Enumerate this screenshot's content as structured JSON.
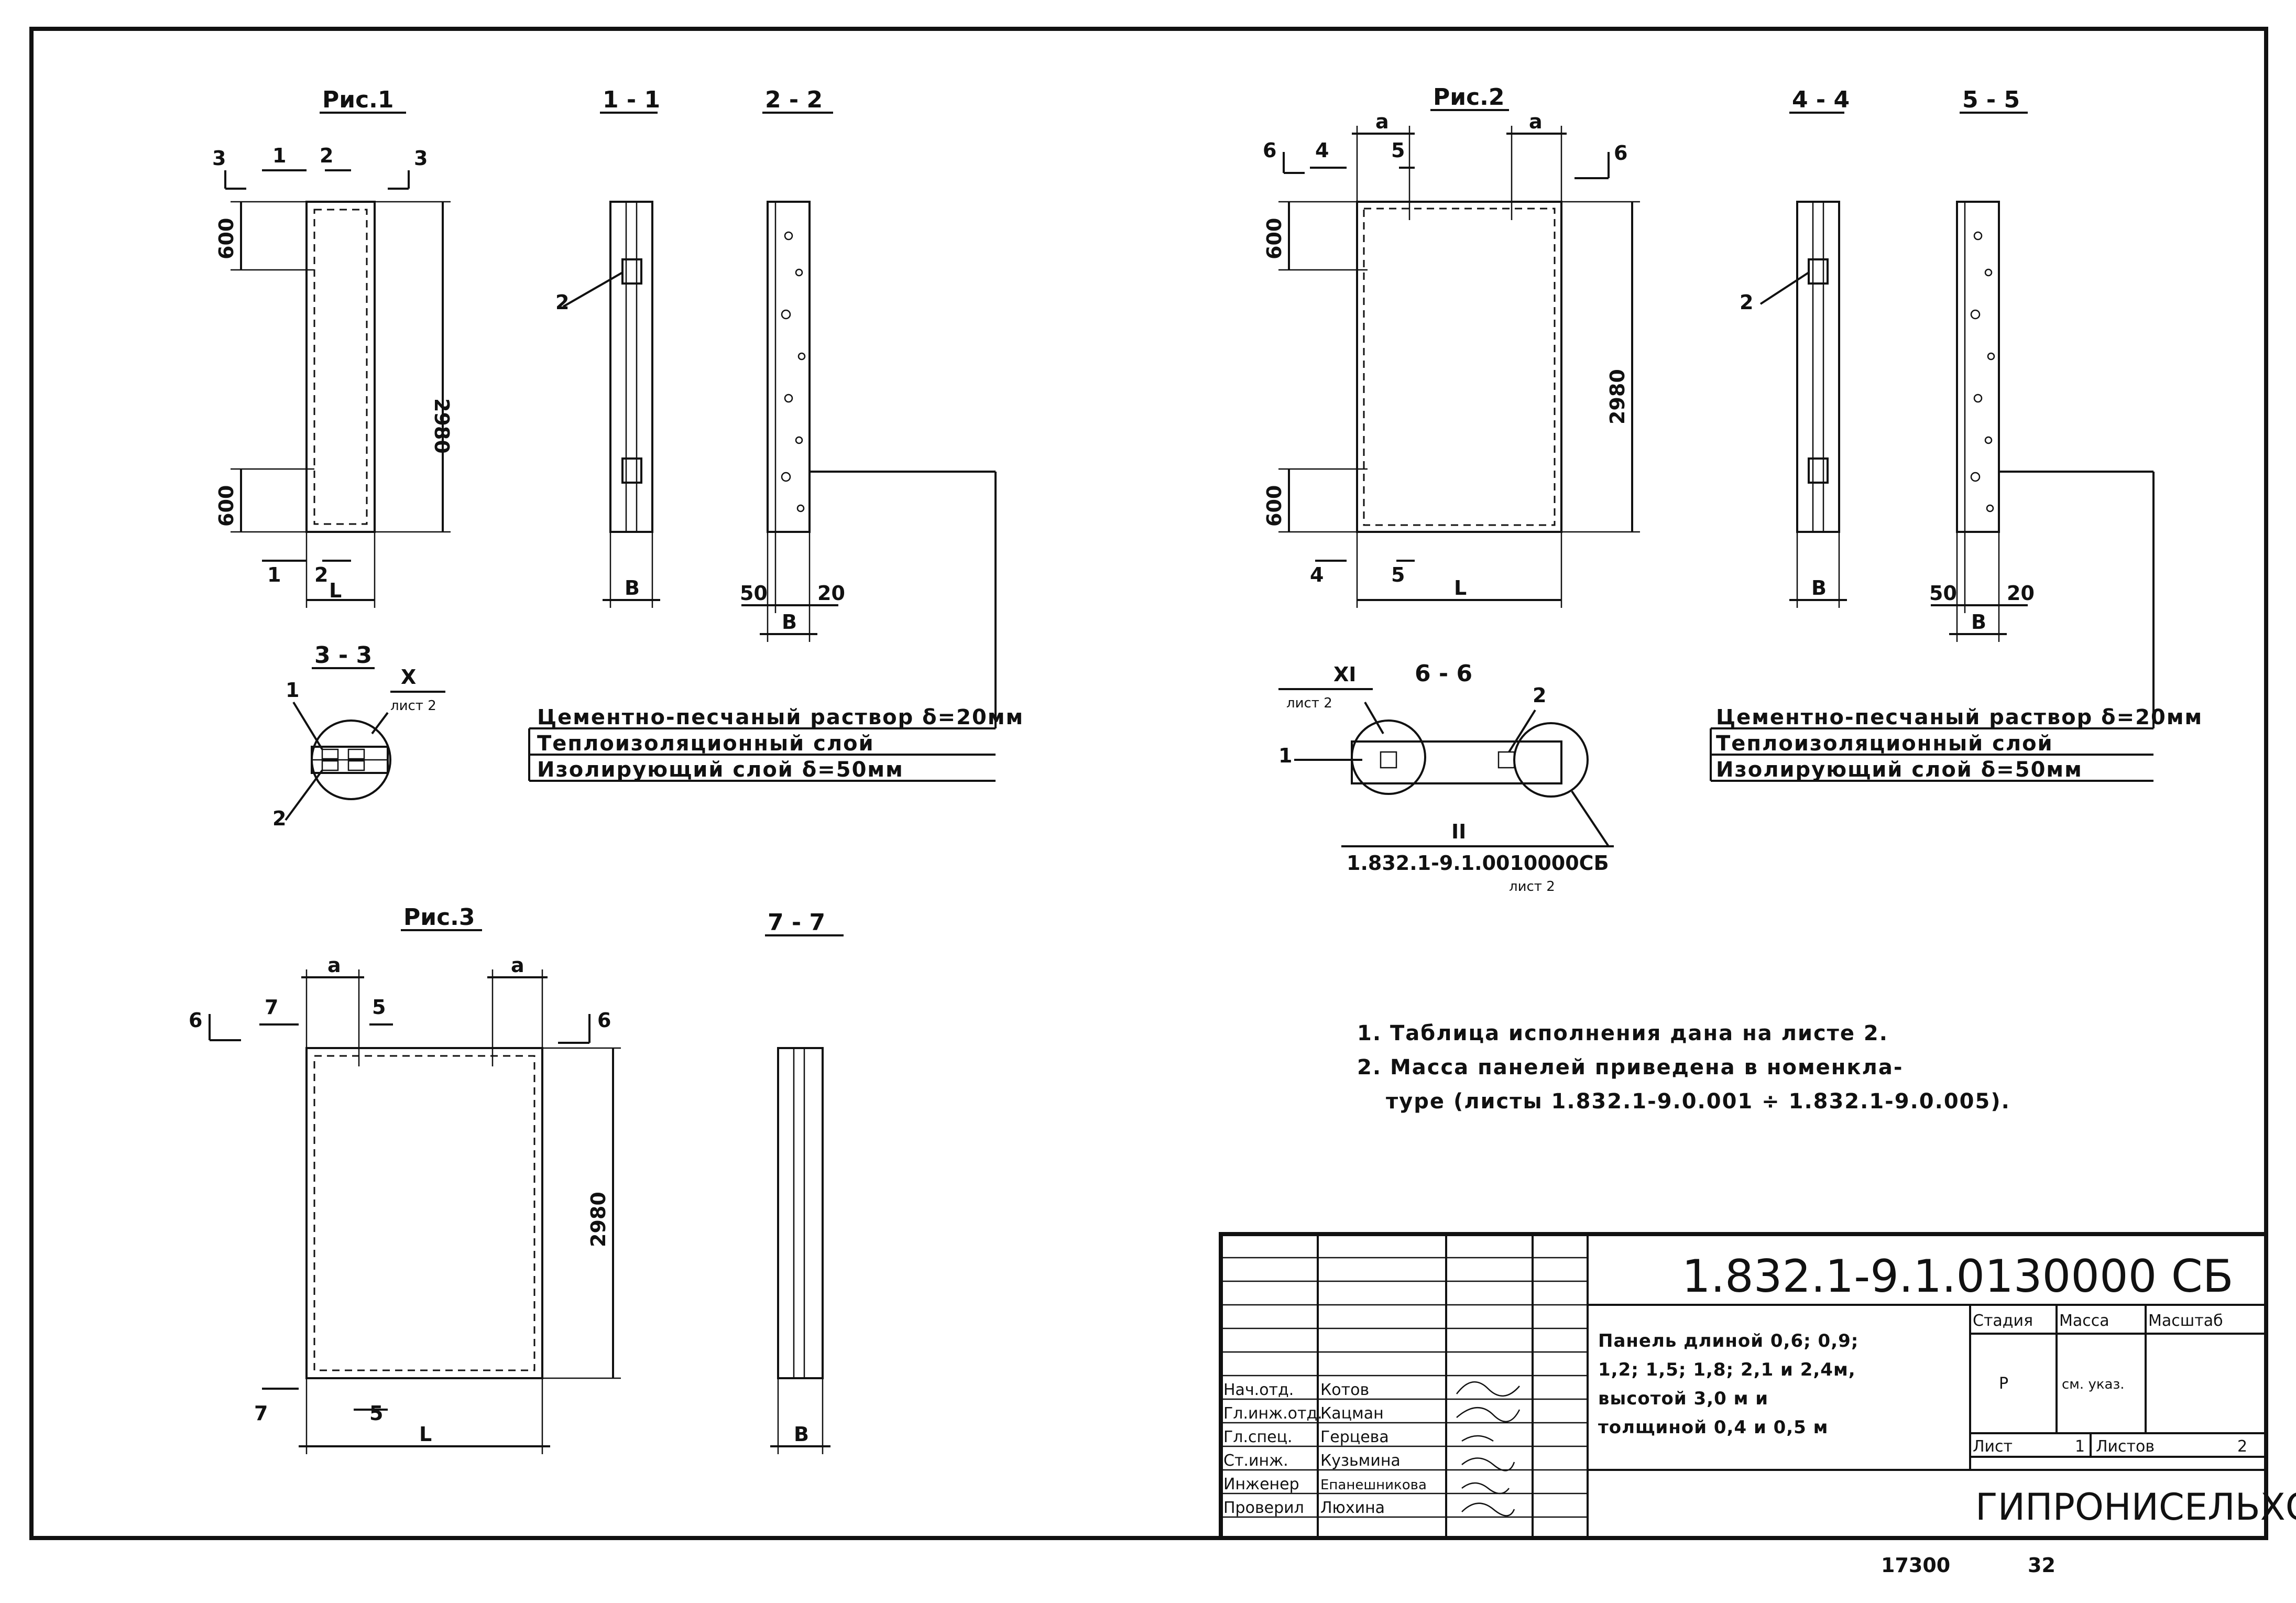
{
  "figures": {
    "fig1": {
      "title": "Рис.1",
      "height": "2980",
      "top_dim": "600",
      "bottom_dim": "600",
      "width_label": "L",
      "marks": {
        "s1": "1",
        "s2": "2",
        "s3": "3"
      }
    },
    "fig2": {
      "title": "Рис.2",
      "height": "2980",
      "top_dim": "600",
      "bottom_dim": "600",
      "width_label": "L",
      "a_label": "a",
      "marks": {
        "s4": "4",
        "s5": "5",
        "s6": "6"
      }
    },
    "fig3": {
      "title": "Рис.3",
      "height": "2980",
      "width_label": "L",
      "a_label": "a",
      "marks": {
        "s5": "5",
        "s6": "6",
        "s7": "7"
      }
    }
  },
  "sections": {
    "s11": {
      "title": "1 - 1",
      "callout": "2",
      "width": "B"
    },
    "s22": {
      "title": "2 - 2",
      "width": "B",
      "left_dim": "50",
      "right_dim": "20"
    },
    "s33": {
      "title": "3 - 3",
      "node": "X",
      "sheet": "лист 2",
      "c1": "1",
      "c2": "2"
    },
    "s44": {
      "title": "4 - 4",
      "callout": "2",
      "width": "B"
    },
    "s55": {
      "title": "5 - 5",
      "width": "B",
      "left_dim": "50",
      "right_dim": "20"
    },
    "s66": {
      "title": "6 - 6",
      "node": "XI",
      "sheet": "лист 2",
      "c1": "1",
      "c2": "2",
      "node2": "II",
      "ref": "1.832.1-9.1.0010000СБ",
      "ref_sheet": "лист 2"
    },
    "s77": {
      "title": "7 - 7",
      "width": "B"
    }
  },
  "layers": [
    "Цементно-песчаный раствор δ=20мм",
    "Теплоизоляционный слой",
    "Изолирующий слой δ=50мм"
  ],
  "notes": [
    "1. Таблица исполнения дана на листе 2.",
    "2. Масса панелей приведена в номенкла-",
    "туре (листы 1.832.1-9.0.001 ÷ 1.832.1-9.0.005)."
  ],
  "title_block": {
    "code": "1.832.1-9.1.0130000 СБ",
    "product": [
      "Панель длиной 0,6; 0,9;",
      "1,2; 1,5; 1,8; 2,1 и 2,4м,",
      "высотой 3,0 м и",
      "толщиной 0,4 и 0,5 м"
    ],
    "headers": {
      "stage": "Стадия",
      "mass": "Масса",
      "scale": "Масштаб"
    },
    "values": {
      "stage": "Р",
      "mass": "см. указ."
    },
    "sheet_label": "Лист",
    "sheet_no": "1",
    "sheets_label": "Листов",
    "sheets_no": "2",
    "org": "ГИПРОНИСЕЛЬХОЗ",
    "staff": [
      {
        "role": "Нач.отд.",
        "name": "Котов"
      },
      {
        "role": "Гл.инж.отд.",
        "name": "Кацман"
      },
      {
        "role": "Гл.спец.",
        "name": "Герцева"
      },
      {
        "role": "Ст.инж.",
        "name": "Кузьмина"
      },
      {
        "role": "Инженер",
        "name": "Епанешникова"
      },
      {
        "role": "Проверил",
        "name": "Люхина"
      }
    ]
  },
  "footer": {
    "left": "17300",
    "right": "32"
  }
}
